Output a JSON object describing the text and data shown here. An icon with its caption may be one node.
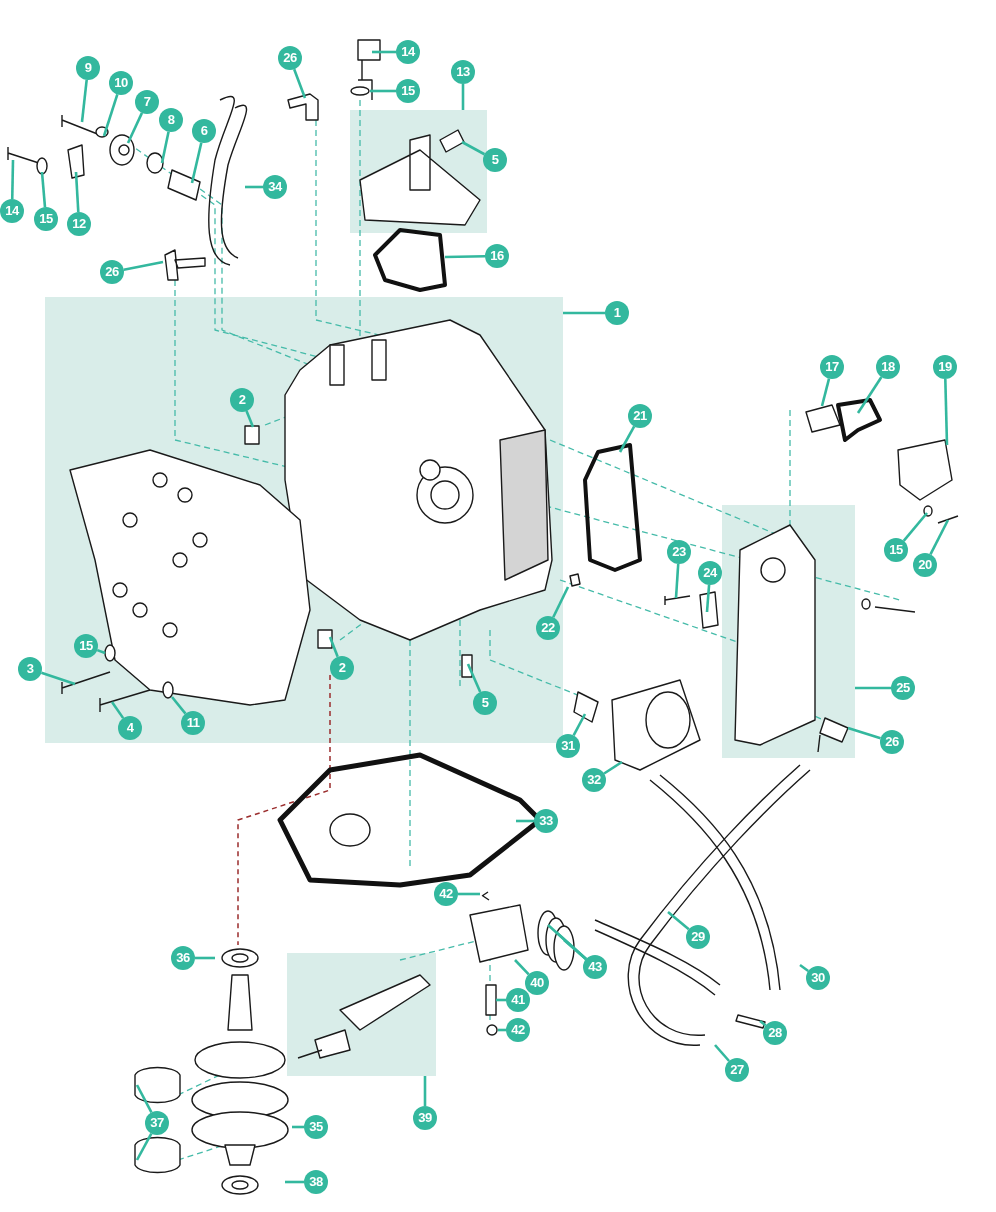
{
  "diagram": {
    "nodes": [
      {
        "text": [],
        "shape": "box"
      },
      {
        "text": [],
        "shape": "box"
      },
      {
        "text": [],
        "shape": "box"
      },
      {
        "text": [],
        "shape": "box"
      },
      {
        "text": [
          "14"
        ]
      },
      {
        "text": [
          "26"
        ]
      },
      {
        "text": [
          "15"
        ]
      },
      {
        "text": [
          "9"
        ]
      },
      {
        "text": [
          "13"
        ]
      },
      {
        "text": [
          "10"
        ]
      },
      {
        "text": [
          "7"
        ]
      },
      {
        "text": [
          "8"
        ]
      },
      {
        "text": [
          "6"
        ]
      },
      {
        "text": [
          "5"
        ]
      },
      {
        "text": [
          "34"
        ]
      },
      {
        "text": [
          "14"
        ]
      },
      {
        "text": [
          "15"
        ]
      },
      {
        "text": [
          "12"
        ]
      },
      {
        "text": [
          "16"
        ]
      },
      {
        "text": [
          "26"
        ]
      },
      {
        "text": [
          "1"
        ]
      },
      {
        "text": [
          "17"
        ]
      },
      {
        "text": [
          "18"
        ]
      },
      {
        "text": [
          "19"
        ]
      },
      {
        "text": [
          "2"
        ],
        "in": 1
      },
      {
        "text": [
          "21"
        ]
      },
      {
        "text": [
          "15"
        ]
      },
      {
        "text": [
          "20"
        ]
      },
      {
        "text": [
          "23"
        ]
      },
      {
        "text": [
          "24"
        ]
      },
      {
        "text": [
          "22"
        ],
        "in": 1
      },
      {
        "text": [
          "3"
        ]
      },
      {
        "text": [
          "15"
        ],
        "in": 1
      },
      {
        "text": [
          "2"
        ],
        "in": 1
      },
      {
        "text": [
          "25"
        ]
      },
      {
        "text": [
          "11"
        ],
        "in": 1
      },
      {
        "text": [
          "4"
        ],
        "in": 1
      },
      {
        "text": [
          "5"
        ],
        "in": 1
      },
      {
        "text": [
          "26"
        ]
      },
      {
        "text": [
          "31"
        ]
      },
      {
        "text": [
          "32"
        ]
      },
      {
        "text": [
          "33"
        ]
      },
      {
        "text": [
          "42"
        ]
      },
      {
        "text": [
          "36"
        ]
      },
      {
        "text": [
          "43"
        ]
      },
      {
        "text": [
          "29"
        ]
      },
      {
        "text": [
          "40"
        ]
      },
      {
        "text": [
          "30"
        ]
      },
      {
        "text": [
          "41"
        ]
      },
      {
        "text": [
          "28"
        ]
      },
      {
        "text": [
          "42"
        ]
      },
      {
        "text": [
          "27"
        ]
      },
      {
        "text": [
          "39"
        ]
      },
      {
        "text": [
          "37"
        ]
      },
      {
        "text": [
          "35"
        ]
      },
      {
        "text": [
          "38"
        ]
      }
    ],
    "edges": [
      {
        "from": 4,
        "to": null,
        "arrow": "none"
      },
      {
        "from": 5,
        "to": null,
        "arrow": "none"
      },
      {
        "from": 6,
        "to": null,
        "arrow": "none"
      },
      {
        "from": 7,
        "to": null,
        "arrow": "none"
      },
      {
        "from": 8,
        "to": 0,
        "arrow": "none"
      },
      {
        "from": 9,
        "to": null,
        "arrow": "none"
      },
      {
        "from": 10,
        "to": null,
        "arrow": "none"
      },
      {
        "from": 11,
        "to": null,
        "arrow": "none"
      },
      {
        "from": 12,
        "to": null,
        "arrow": "none"
      },
      {
        "from": 13,
        "to": 0,
        "arrow": "none"
      },
      {
        "from": 14,
        "to": null,
        "arrow": "none"
      },
      {
        "from": 15,
        "to": null,
        "arrow": "none"
      },
      {
        "from": 16,
        "to": null,
        "arrow": "none"
      },
      {
        "from": 17,
        "to": null,
        "arrow": "none"
      },
      {
        "from": 18,
        "to": null,
        "arrow": "none"
      },
      {
        "from": 19,
        "to": null,
        "arrow": "none"
      },
      {
        "from": 20,
        "to": 1,
        "arrow": "none"
      },
      {
        "from": 21,
        "to": null,
        "arrow": "none"
      },
      {
        "from": 22,
        "to": null,
        "arrow": "none"
      },
      {
        "from": 23,
        "to": null,
        "arrow": "none"
      },
      {
        "from": 24,
        "to": null,
        "arrow": "none"
      },
      {
        "from": 25,
        "to": null,
        "arrow": "none"
      },
      {
        "from": 26,
        "to": null,
        "arrow": "none"
      },
      {
        "from": 27,
        "to": null,
        "arrow": "none"
      },
      {
        "from": 28,
        "to": null,
        "arrow": "none"
      },
      {
        "from": 29,
        "to": null,
        "arrow": "none"
      },
      {
        "from": 30,
        "to": null,
        "arrow": "none"
      },
      {
        "from": 31,
        "to": null,
        "arrow": "none"
      },
      {
        "from": 32,
        "to": null,
        "arrow": "none"
      },
      {
        "from": 33,
        "to": null,
        "arrow": "none"
      },
      {
        "from": 34,
        "to": 2,
        "arrow": "none"
      },
      {
        "from": 35,
        "to": null,
        "arrow": "none"
      },
      {
        "from": 36,
        "to": null,
        "arrow": "none"
      },
      {
        "from": 37,
        "to": null,
        "arrow": "none"
      },
      {
        "from": 38,
        "to": 2,
        "arrow": "none"
      },
      {
        "from": 39,
        "to": null,
        "arrow": "none"
      },
      {
        "from": 40,
        "to": null,
        "arrow": "none"
      },
      {
        "from": 41,
        "to": null,
        "arrow": "none"
      },
      {
        "from": 42,
        "to": null,
        "arrow": "none"
      },
      {
        "from": 43,
        "to": null,
        "arrow": "none"
      },
      {
        "from": 44,
        "to": null,
        "arrow": "none"
      },
      {
        "from": 44,
        "to": null,
        "arrow": "none"
      },
      {
        "from": 44,
        "to": null,
        "arrow": "none"
      },
      {
        "from": 45,
        "to": null,
        "arrow": "none"
      },
      {
        "from": 46,
        "to": null,
        "arrow": "none"
      },
      {
        "from": 47,
        "to": null,
        "arrow": "none"
      },
      {
        "from": 48,
        "to": null,
        "arrow": "none"
      },
      {
        "from": 49,
        "to": null,
        "arrow": "none"
      },
      {
        "from": 50,
        "to": null,
        "arrow": "none"
      },
      {
        "from": 51,
        "to": null,
        "arrow": "none"
      },
      {
        "from": 52,
        "to": 3,
        "arrow": "none"
      },
      {
        "from": 53,
        "to": null,
        "arrow": "none"
      },
      {
        "from": 53,
        "to": null,
        "arrow": "none"
      },
      {
        "from": 54,
        "to": null,
        "arrow": "none"
      },
      {
        "from": 55,
        "to": null,
        "arrow": "none"
      }
    ]
  }
}
